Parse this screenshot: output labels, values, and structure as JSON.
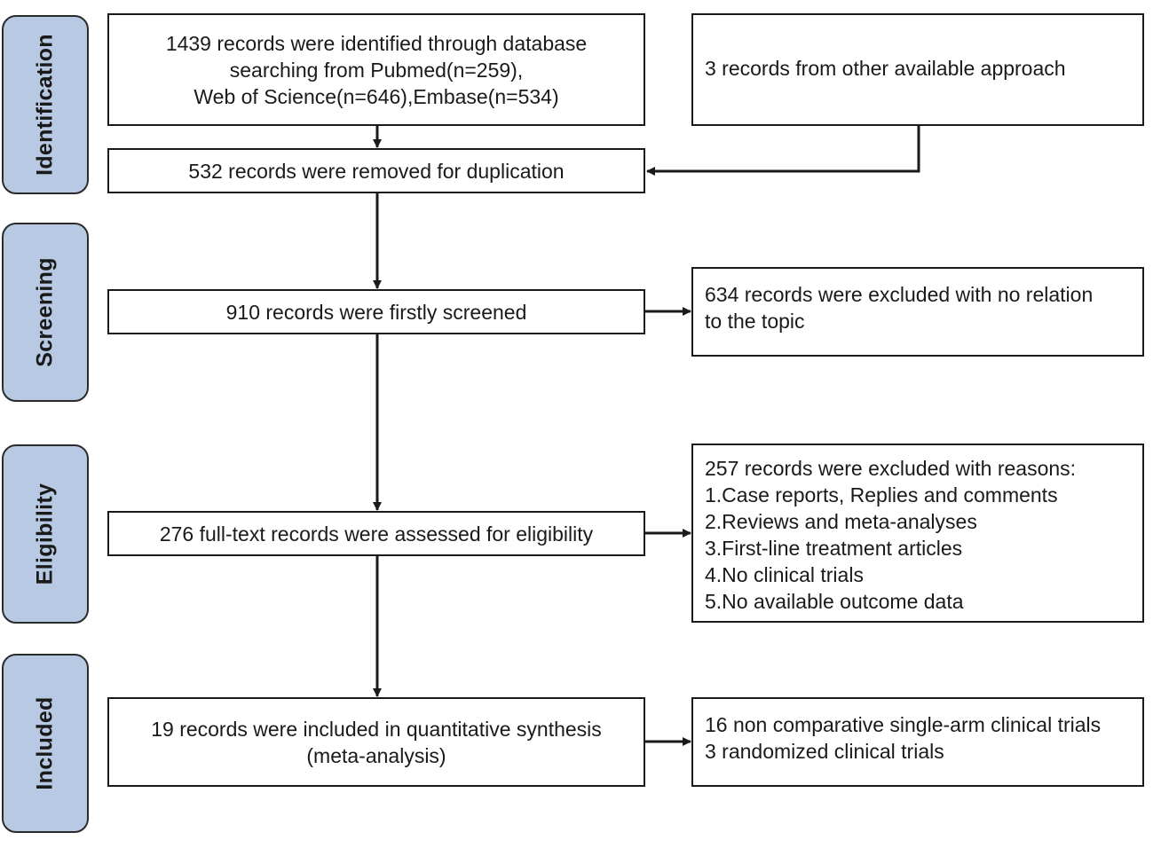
{
  "stages": [
    {
      "label": "Identification"
    },
    {
      "label": "Screening"
    },
    {
      "label": "Eligibility"
    },
    {
      "label": "Included"
    }
  ],
  "boxes": {
    "identified": {
      "lines": [
        "1439 records were identified through database",
        "searching from Pubmed(n=259),",
        "Web of Science(n=646),Embase(n=534)"
      ]
    },
    "other_sources": {
      "lines": [
        "3  records from other available approach"
      ]
    },
    "duplicates_removed": {
      "lines": [
        "532 records were removed for duplication"
      ]
    },
    "screened": {
      "lines": [
        "910 records were firstly screened"
      ]
    },
    "excluded_topic": {
      "lines": [
        "634 records were excluded with no relation",
        "to the topic"
      ]
    },
    "fulltext_assessed": {
      "lines": [
        "276 full-text records were assessed for eligibility"
      ]
    },
    "excluded_reasons": {
      "lines": [
        "257 records were excluded with reasons:",
        "1.Case reports, Replies and comments",
        "2.Reviews and meta-analyses",
        "3.First-line treatment articles",
        "4.No clinical trials",
        "5.No available outcome data"
      ]
    },
    "included": {
      "lines": [
        "19 records were included in quantitative synthesis",
        "(meta-analysis)"
      ]
    },
    "included_types": {
      "lines": [
        "16 non comparative single-arm clinical trials",
        "3 randomized clinical trials"
      ]
    }
  },
  "colors": {
    "stage_fill": "#b8c9e4",
    "line": "#1a1a1a"
  }
}
